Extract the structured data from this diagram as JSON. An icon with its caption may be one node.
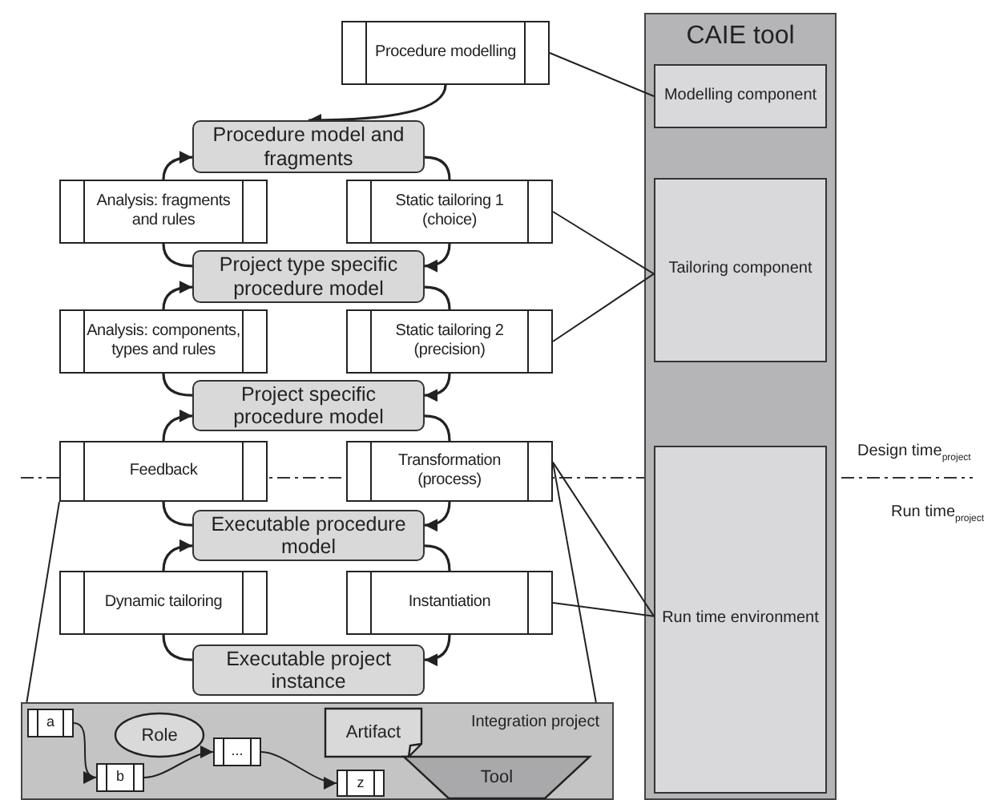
{
  "diagram": {
    "nodes": [
      {
        "text": [
          "Procedure modelling"
        ]
      },
      {
        "text": [
          "CAIE tool"
        ]
      },
      {
        "text": [
          "Modelling component"
        ],
        "in": 1
      },
      {
        "text": [
          "Procedure model and fragments"
        ]
      },
      {
        "text": [
          "Analysis: fragments and rules"
        ]
      },
      {
        "text": [
          "Static tailoring 1 (choice)"
        ]
      },
      {
        "text": [
          "Tailoring component"
        ],
        "in": 1
      },
      {
        "text": [
          "Project type specific procedure model"
        ]
      },
      {
        "text": [
          "Analysis: components, types and rules"
        ]
      },
      {
        "text": [
          "Static tailoring 2 (precision)"
        ]
      },
      {
        "text": [
          "Project specific procedure model"
        ]
      },
      {
        "text": [
          "Feedback"
        ]
      },
      {
        "text": [
          "Transformation (process)"
        ]
      },
      {
        "text": [
          "Run time environment"
        ],
        "in": 1
      },
      {
        "text": [
          "Executable procedure model"
        ]
      },
      {
        "text": [
          "Dynamic tailoring"
        ]
      },
      {
        "text": [
          "Instantiation"
        ]
      },
      {
        "text": [
          "Executable project instance"
        ]
      },
      {
        "text": [
          "Integration project"
        ]
      },
      {
        "text": [
          "a"
        ],
        "in": 18
      },
      {
        "text": [
          "Role"
        ],
        "in": 18
      },
      {
        "text": [
          "Artifact"
        ],
        "in": 18
      },
      {
        "text": [
          "..."
        ],
        "in": 18
      },
      {
        "text": [
          "b"
        ],
        "in": 18
      },
      {
        "text": [
          "Tool"
        ],
        "in": 18
      },
      {
        "text": [
          "z"
        ],
        "in": 18
      }
    ],
    "edges": [
      {
        "from": 0,
        "to": 3,
        "arrow": "to"
      },
      {
        "from": 3,
        "to": 5,
        "arrow": "none"
      },
      {
        "from": 5,
        "to": 7,
        "arrow": "to"
      },
      {
        "from": 7,
        "to": 4,
        "arrow": "none"
      },
      {
        "from": 4,
        "to": 3,
        "arrow": "to"
      },
      {
        "from": 7,
        "to": 9,
        "arrow": "none"
      },
      {
        "from": 9,
        "to": 10,
        "arrow": "to"
      },
      {
        "from": 10,
        "to": 8,
        "arrow": "none"
      },
      {
        "from": 8,
        "to": 7,
        "arrow": "to"
      },
      {
        "from": 10,
        "to": 12,
        "arrow": "none"
      },
      {
        "from": 12,
        "to": 14,
        "arrow": "to"
      },
      {
        "from": 14,
        "to": 11,
        "arrow": "none"
      },
      {
        "from": 11,
        "to": 10,
        "arrow": "to"
      },
      {
        "from": 14,
        "to": 16,
        "arrow": "none"
      },
      {
        "from": 16,
        "to": 17,
        "arrow": "to"
      },
      {
        "from": 17,
        "to": 15,
        "arrow": "none"
      },
      {
        "from": 15,
        "to": 14,
        "arrow": "to"
      },
      {
        "from": 0,
        "to": 2,
        "arrow": "none"
      },
      {
        "from": 5,
        "to": 6,
        "arrow": "none"
      },
      {
        "from": 9,
        "to": 6,
        "arrow": "none"
      },
      {
        "from": 12,
        "to": 13,
        "arrow": "none"
      },
      {
        "from": 16,
        "to": 13,
        "arrow": "none"
      },
      {
        "from": 11,
        "to": 18,
        "arrow": "none"
      },
      {
        "from": 12,
        "to": 18,
        "arrow": "none"
      },
      {
        "from": 19,
        "to": 23,
        "arrow": "to"
      },
      {
        "from": 23,
        "to": 22,
        "arrow": "to"
      },
      {
        "from": 22,
        "to": 25,
        "arrow": "to"
      }
    ],
    "labels": [
      "Design time$_{project}$",
      "Run time$_{project}$"
    ]
  }
}
